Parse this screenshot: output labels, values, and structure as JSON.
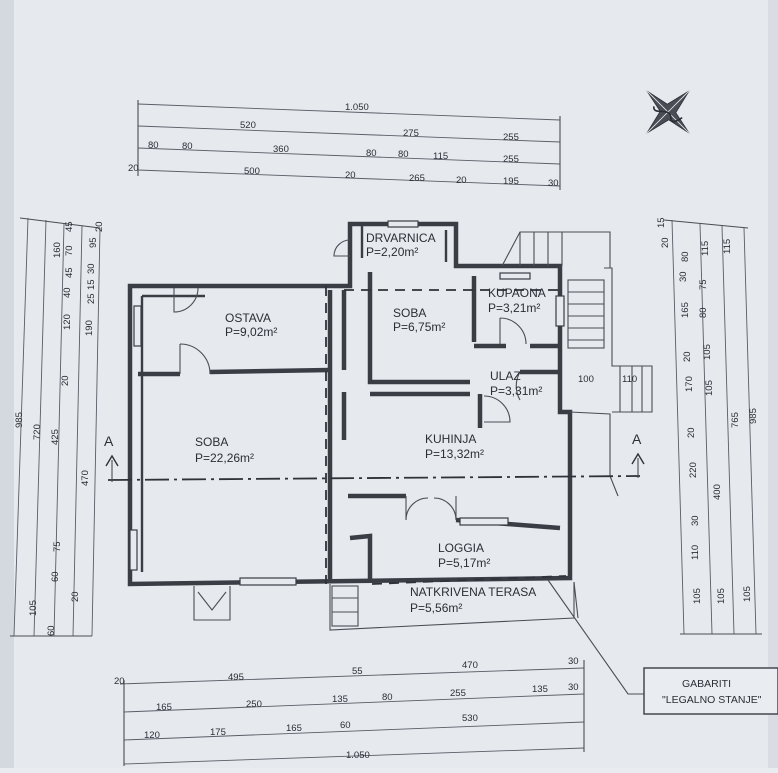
{
  "rooms": [
    {
      "name": "DRVARNICA",
      "area": "P=2,20m²"
    },
    {
      "name": "OSTAVA",
      "area": "P=9,02m²"
    },
    {
      "name": "SOBA",
      "area": "P=6,75m²"
    },
    {
      "name": "KUPAONA",
      "area": "P=3,21m²"
    },
    {
      "name": "ULAZ",
      "area": "P=3,31m²"
    },
    {
      "name": "SOBA",
      "area": "P=22,26m²"
    },
    {
      "name": "KUHINJA",
      "area": "P=13,32m²"
    },
    {
      "name": "LOGGIA",
      "area": "P=5,17m²"
    },
    {
      "name": "NATKRIVENA TERASA",
      "area": "P=5,56m²"
    }
  ],
  "section_marks": [
    "A",
    "A"
  ],
  "legend": {
    "line1": "GABARITI",
    "line2": "\"LEGALNO STANJE\""
  },
  "top_dims": {
    "row1": [
      "1.050"
    ],
    "row2": [
      "520",
      "275",
      "255"
    ],
    "row3": [
      "80",
      "80",
      "360",
      "80",
      "80",
      "115",
      "255"
    ],
    "row4": [
      "20",
      "500",
      "20",
      "265",
      "20",
      "195",
      "30"
    ]
  },
  "bottom_dims": {
    "row1": [
      "20",
      "495",
      "55",
      "470",
      "30"
    ],
    "row2": [
      "165",
      "250",
      "135",
      "80",
      "255",
      "135",
      "30"
    ],
    "row3": [
      "120",
      "175",
      "165",
      "60",
      "530"
    ],
    "row4": [
      "1.050"
    ]
  },
  "left_dims": {
    "col1": [
      "985"
    ],
    "col2": [
      "720",
      "105"
    ],
    "col3": [
      "160",
      "425",
      "60"
    ],
    "col4": [
      "45",
      "70",
      "45",
      "40",
      "120",
      "20",
      "470",
      "75",
      "60",
      "20"
    ],
    "col5": [
      "20",
      "95",
      "30",
      "15",
      "25",
      "190"
    ]
  },
  "right_dims": {
    "col1": [
      "15",
      "20",
      "80",
      "30",
      "165",
      "20",
      "170",
      "20",
      "220",
      "30",
      "110",
      "105"
    ],
    "col2": [
      "115",
      "75",
      "80",
      "105",
      "105",
      "400",
      "105"
    ],
    "col3": [
      "115",
      "765",
      "105"
    ],
    "col4": [
      "985"
    ]
  },
  "small_dims": [
    "100",
    "110"
  ]
}
